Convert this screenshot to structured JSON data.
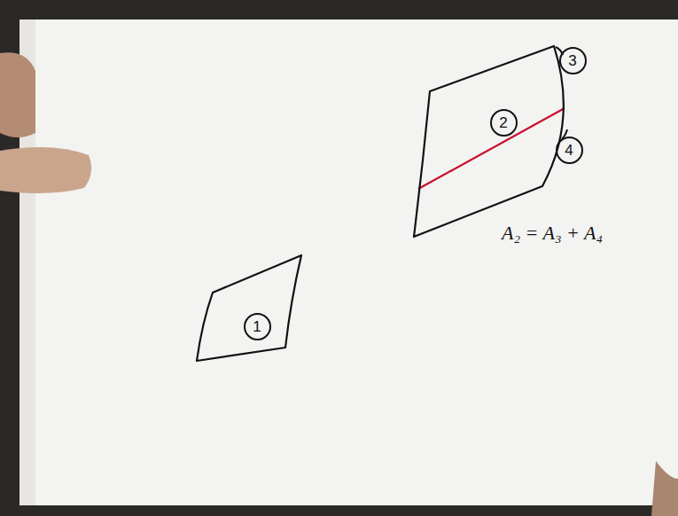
{
  "diagram": {
    "nodes": [
      {
        "text": [
          "1"
        ]
      },
      {
        "text": [
          "2"
        ]
      }
    ],
    "labels": [
      "3",
      "4",
      "A₂ = A₃ + A₄"
    ]
  }
}
